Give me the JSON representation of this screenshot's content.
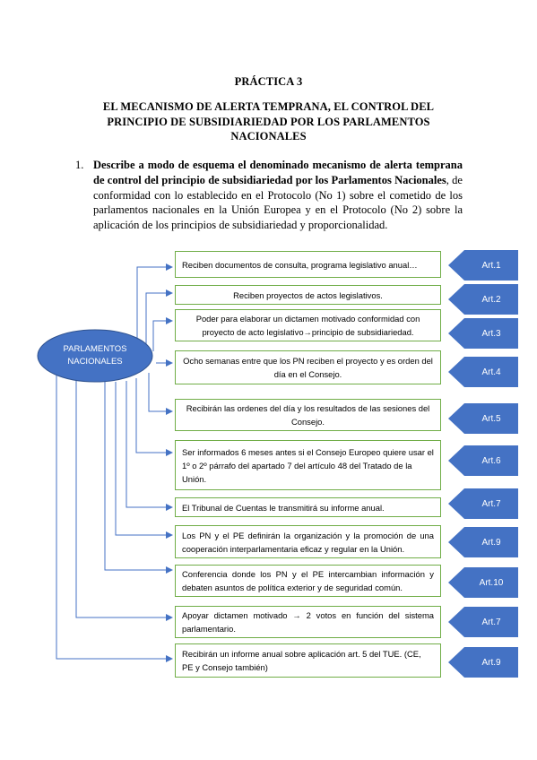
{
  "practica": "PRÁCTICA 3",
  "heading": [
    "EL MECANISMO DE ALERTA TEMPRANA, EL CONTROL DEL",
    "PRINCIPIO DE SUBSIDIARIEDAD POR LOS PARLAMENTOS",
    "NACIONALES"
  ],
  "question": {
    "number": "1.",
    "bold_text": "Describe a modo de esquema el denominado mecanismo de alerta temprana de control del principio de subsidiariedad por los Parlamentos Nacionales",
    "rest_text": ", de conformidad con lo establecido en el Protocolo (No 1) sobre el cometido de los parlamentos nacionales en la Unión Europea y en el Protocolo (No 2) sobre la aplicación de los principios de subsidiariedad y proporcionalidad."
  },
  "center_node": "PARLAMENTOS NACIONALES",
  "colors": {
    "box_border": "#70ad47",
    "shape_fill": "#4472c4",
    "connector": "#4472c4"
  },
  "items": [
    {
      "text": "Reciben documentos de consulta, programa legislativo anual…",
      "article": "Art.1"
    },
    {
      "text": "Reciben proyectos de actos legislativos.",
      "article": "Art.2"
    },
    {
      "text": "Poder para elaborar un dictamen motivado conformidad con proyecto de acto legislativo→principio de subsidiariedad.",
      "article": "Art.3"
    },
    {
      "text": "Ocho semanas entre que los PN reciben el proyecto y es orden del día en el Consejo.",
      "article": "Art.4"
    },
    {
      "text": "Recibirán las ordenes del día y los resultados de las sesiones del Consejo.",
      "article": "Art.5"
    },
    {
      "text": "Ser informados 6 meses antes si el Consejo Europeo quiere usar el 1º o 2º párrafo del apartado 7 del artículo 48 del Tratado de la Unión.",
      "article": "Art.6"
    },
    {
      "text": "El Tribunal de Cuentas le transmitirá su informe anual.",
      "article": "Art.7"
    },
    {
      "text": "Los PN y el PE definirán la organización y la promoción de una cooperación interparlamentaria eficaz y regular en la Unión.",
      "article": "Art.9"
    },
    {
      "text": "Conferencia donde los PN y el PE intercambian información y debaten asuntos de política exterior y de seguridad común.",
      "article": "Art.10"
    },
    {
      "text": "Apoyar dictamen motivado → 2 votos en función del sistema parlamentario.",
      "article": "Art.7"
    },
    {
      "text": "Recibirán un informe anual sobre aplicación art. 5 del TUE. (CE, PE y Consejo también)",
      "article": "Art.9"
    }
  ]
}
